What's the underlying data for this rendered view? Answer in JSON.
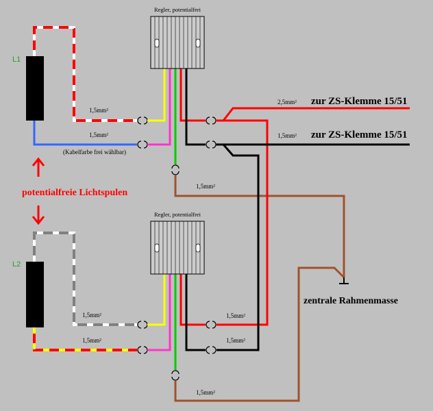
{
  "colors": {
    "background": "#c0c0c0",
    "red": "#ff0000",
    "white": "#ffffff",
    "blue": "#3366ff",
    "black": "#000000",
    "yellow": "#ffff00",
    "magenta": "#ff33cc",
    "green": "#00cc00",
    "brown": "#a0522d",
    "grey": "#808080",
    "coil_label": "#2a9d2a",
    "highlight_text": "#ff0000"
  },
  "regulators": [
    {
      "label": "Regler, potentialfrei"
    },
    {
      "label": "Regler, potentialfrei"
    }
  ],
  "coils": [
    {
      "label": "L1"
    },
    {
      "label": "L2"
    }
  ],
  "wire_labels": {
    "top_red": "1,5mm²",
    "top_blue": "1,5mm²",
    "top_blue_note": "(Kabelfarbe frei wählbar)",
    "top_brown": "1,5mm²",
    "out_red": "2,5mm²",
    "out_black": "1,5mm²",
    "bottom_grey": "1,5mm²",
    "bottom_redyellow": "1,5mm²",
    "bottom_red": "1,5mm²",
    "bottom_black": "1,5mm²",
    "bottom_brown": "1,5mm²"
  },
  "terminals": {
    "zs_1": "zur ZS-Klemme 15/51",
    "zs_2": "zur ZS-Klemme 15/51"
  },
  "annotations": {
    "potential_free": "potentialfreie Lichtspulen",
    "ground": "zentrale Rahmenmasse"
  }
}
